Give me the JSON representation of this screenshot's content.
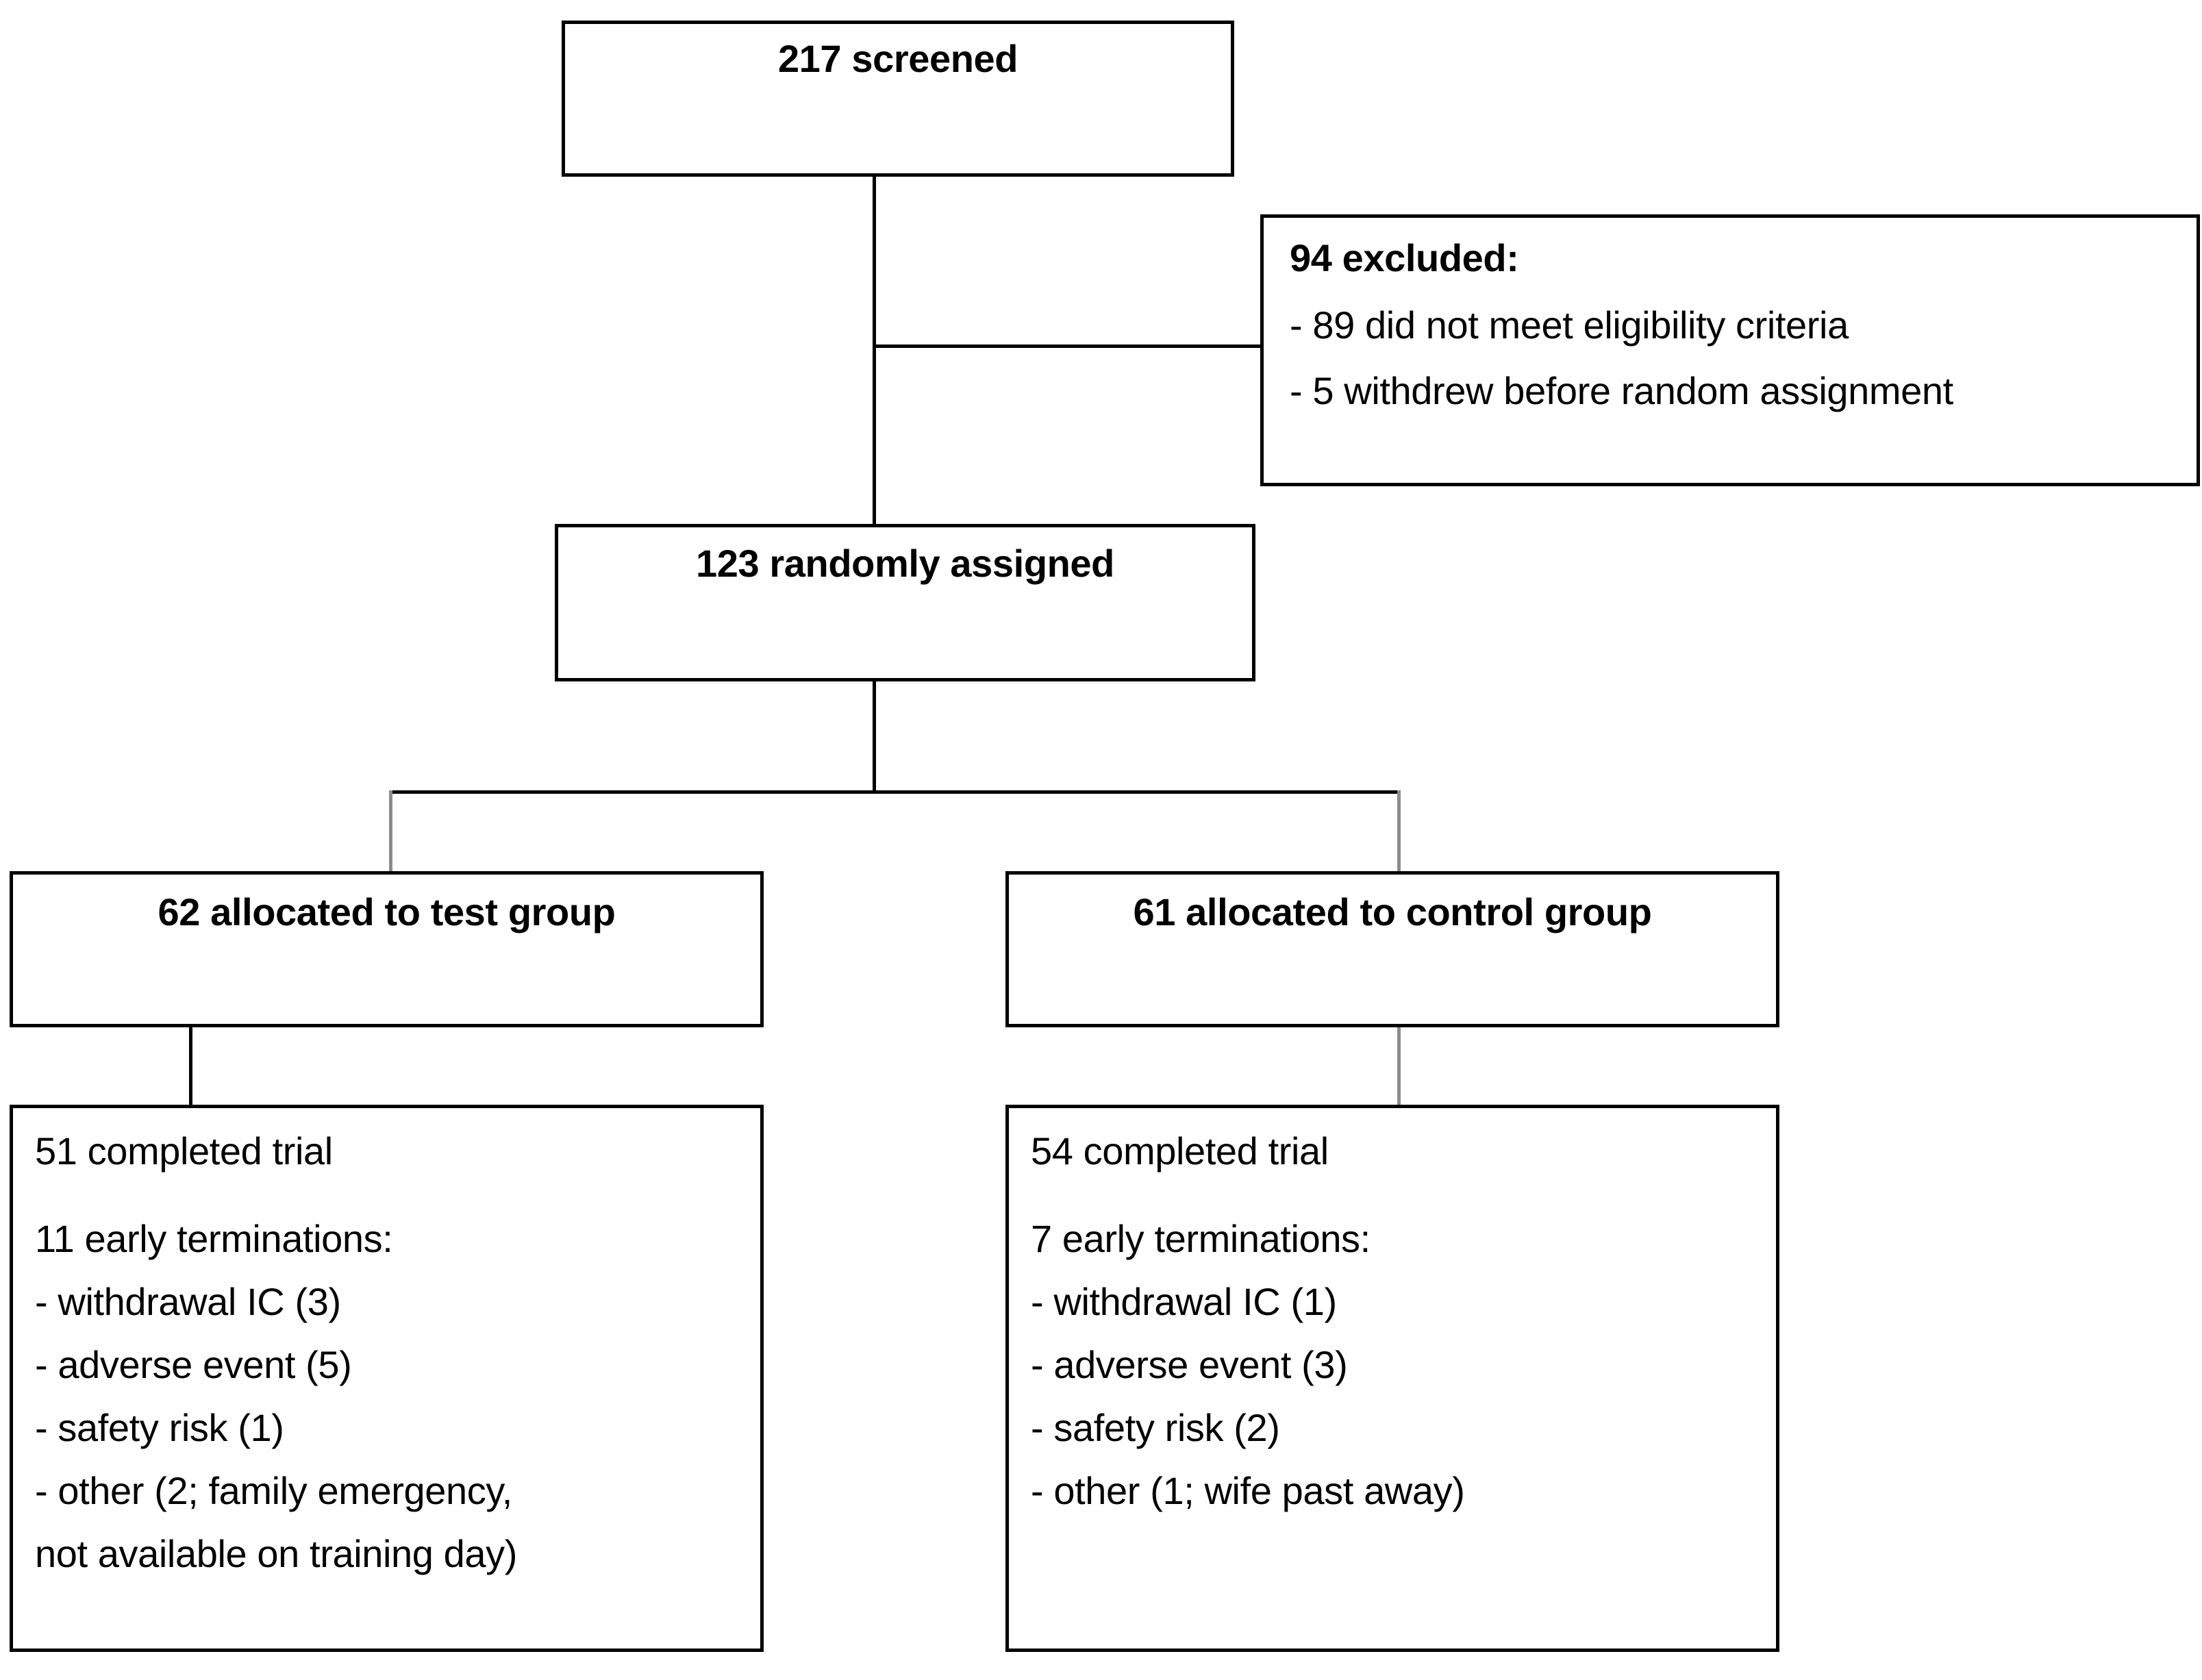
{
  "diagram": {
    "type": "consort-flow-diagram",
    "title": "CONSORT participant flow"
  },
  "nodes": {
    "screened": {
      "label": "217 screened",
      "count": 217
    },
    "excluded": {
      "heading": "94 excluded:",
      "count": 94,
      "reasons": [
        "- 89 did not meet eligibility criteria",
        "- 5 withdrew before random assignment"
      ]
    },
    "randomized": {
      "label": "123 randomly assigned",
      "count": 123
    },
    "allocation_test": {
      "label": "62 allocated to test group",
      "count": 62
    },
    "allocation_control": {
      "label": "61 allocated to control group",
      "count": 61
    },
    "outcome_test": {
      "completed": "51 completed trial",
      "terminations_heading": "11 early terminations:",
      "terminations": [
        "- withdrawal IC (3)",
        "- adverse event (5)",
        "- safety risk (1)",
        "- other (2; family emergency,"
      ],
      "continuation": "not available on training day)"
    },
    "outcome_control": {
      "completed": "54 completed trial",
      "terminations_heading": "7 early terminations:",
      "terminations": [
        "- withdrawal IC (1)",
        "- adverse event (3)",
        "- safety risk (2)",
        "- other (1; wife past away)"
      ],
      "continuation": ""
    }
  },
  "colors": {
    "border": "#000000",
    "text": "#000000",
    "background": "#ffffff",
    "connector": "#000000",
    "connector_light": "#8c8c8c"
  }
}
